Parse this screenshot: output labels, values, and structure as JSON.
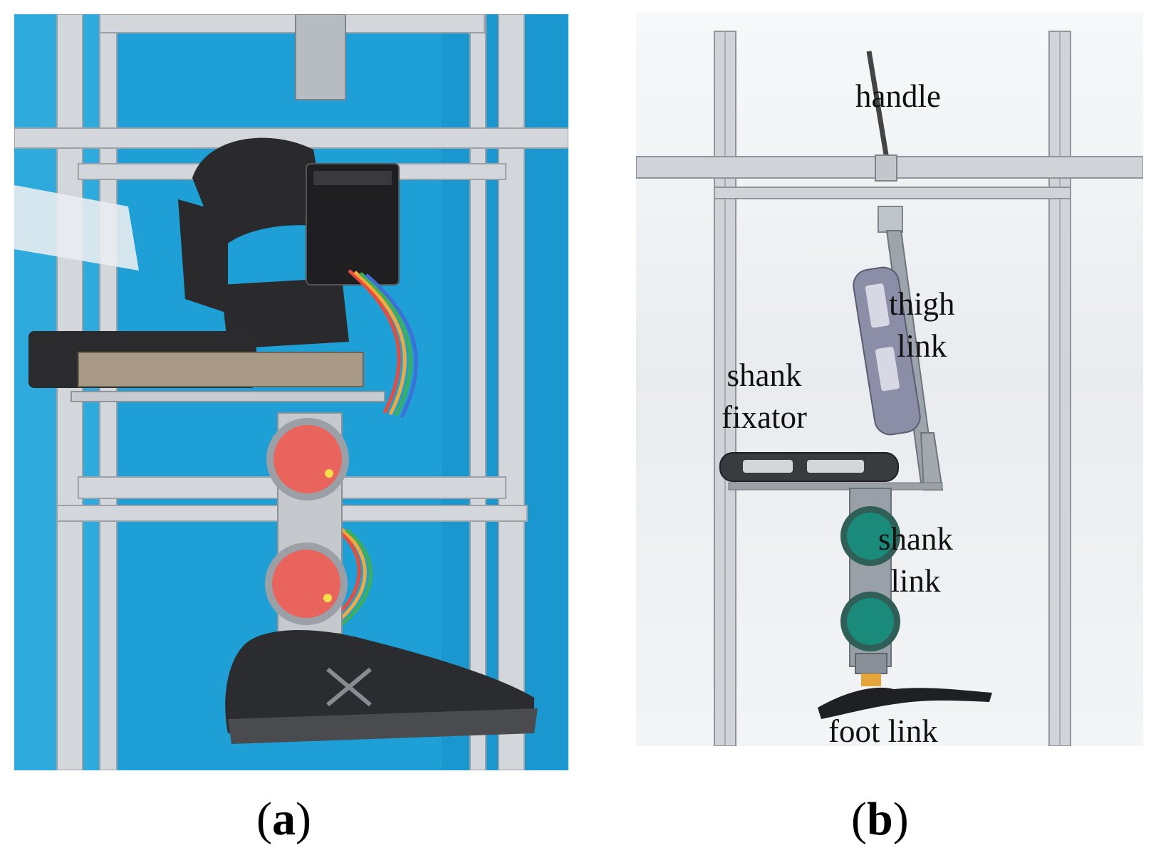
{
  "figure": {
    "panels": [
      {
        "id": "a",
        "open": "(",
        "letter": "a",
        "close": ")"
      },
      {
        "id": "b",
        "open": "(",
        "letter": "b",
        "close": ")"
      }
    ],
    "callouts": {
      "handle": "handle",
      "thigh_link": "thigh\nlink",
      "shank_fixator": "shank\nfixator",
      "shank_link": "shank\nlink",
      "foot_link": "foot link"
    }
  },
  "colors": {
    "backdrop_blue": "#1e9fd6",
    "frame_aluminium": "#c9ccd0",
    "actuator_red": "#e8645c",
    "actuator_green": "#1a8a7a",
    "strap_black": "#2a2a2c",
    "render_background": "#eef0f2"
  }
}
